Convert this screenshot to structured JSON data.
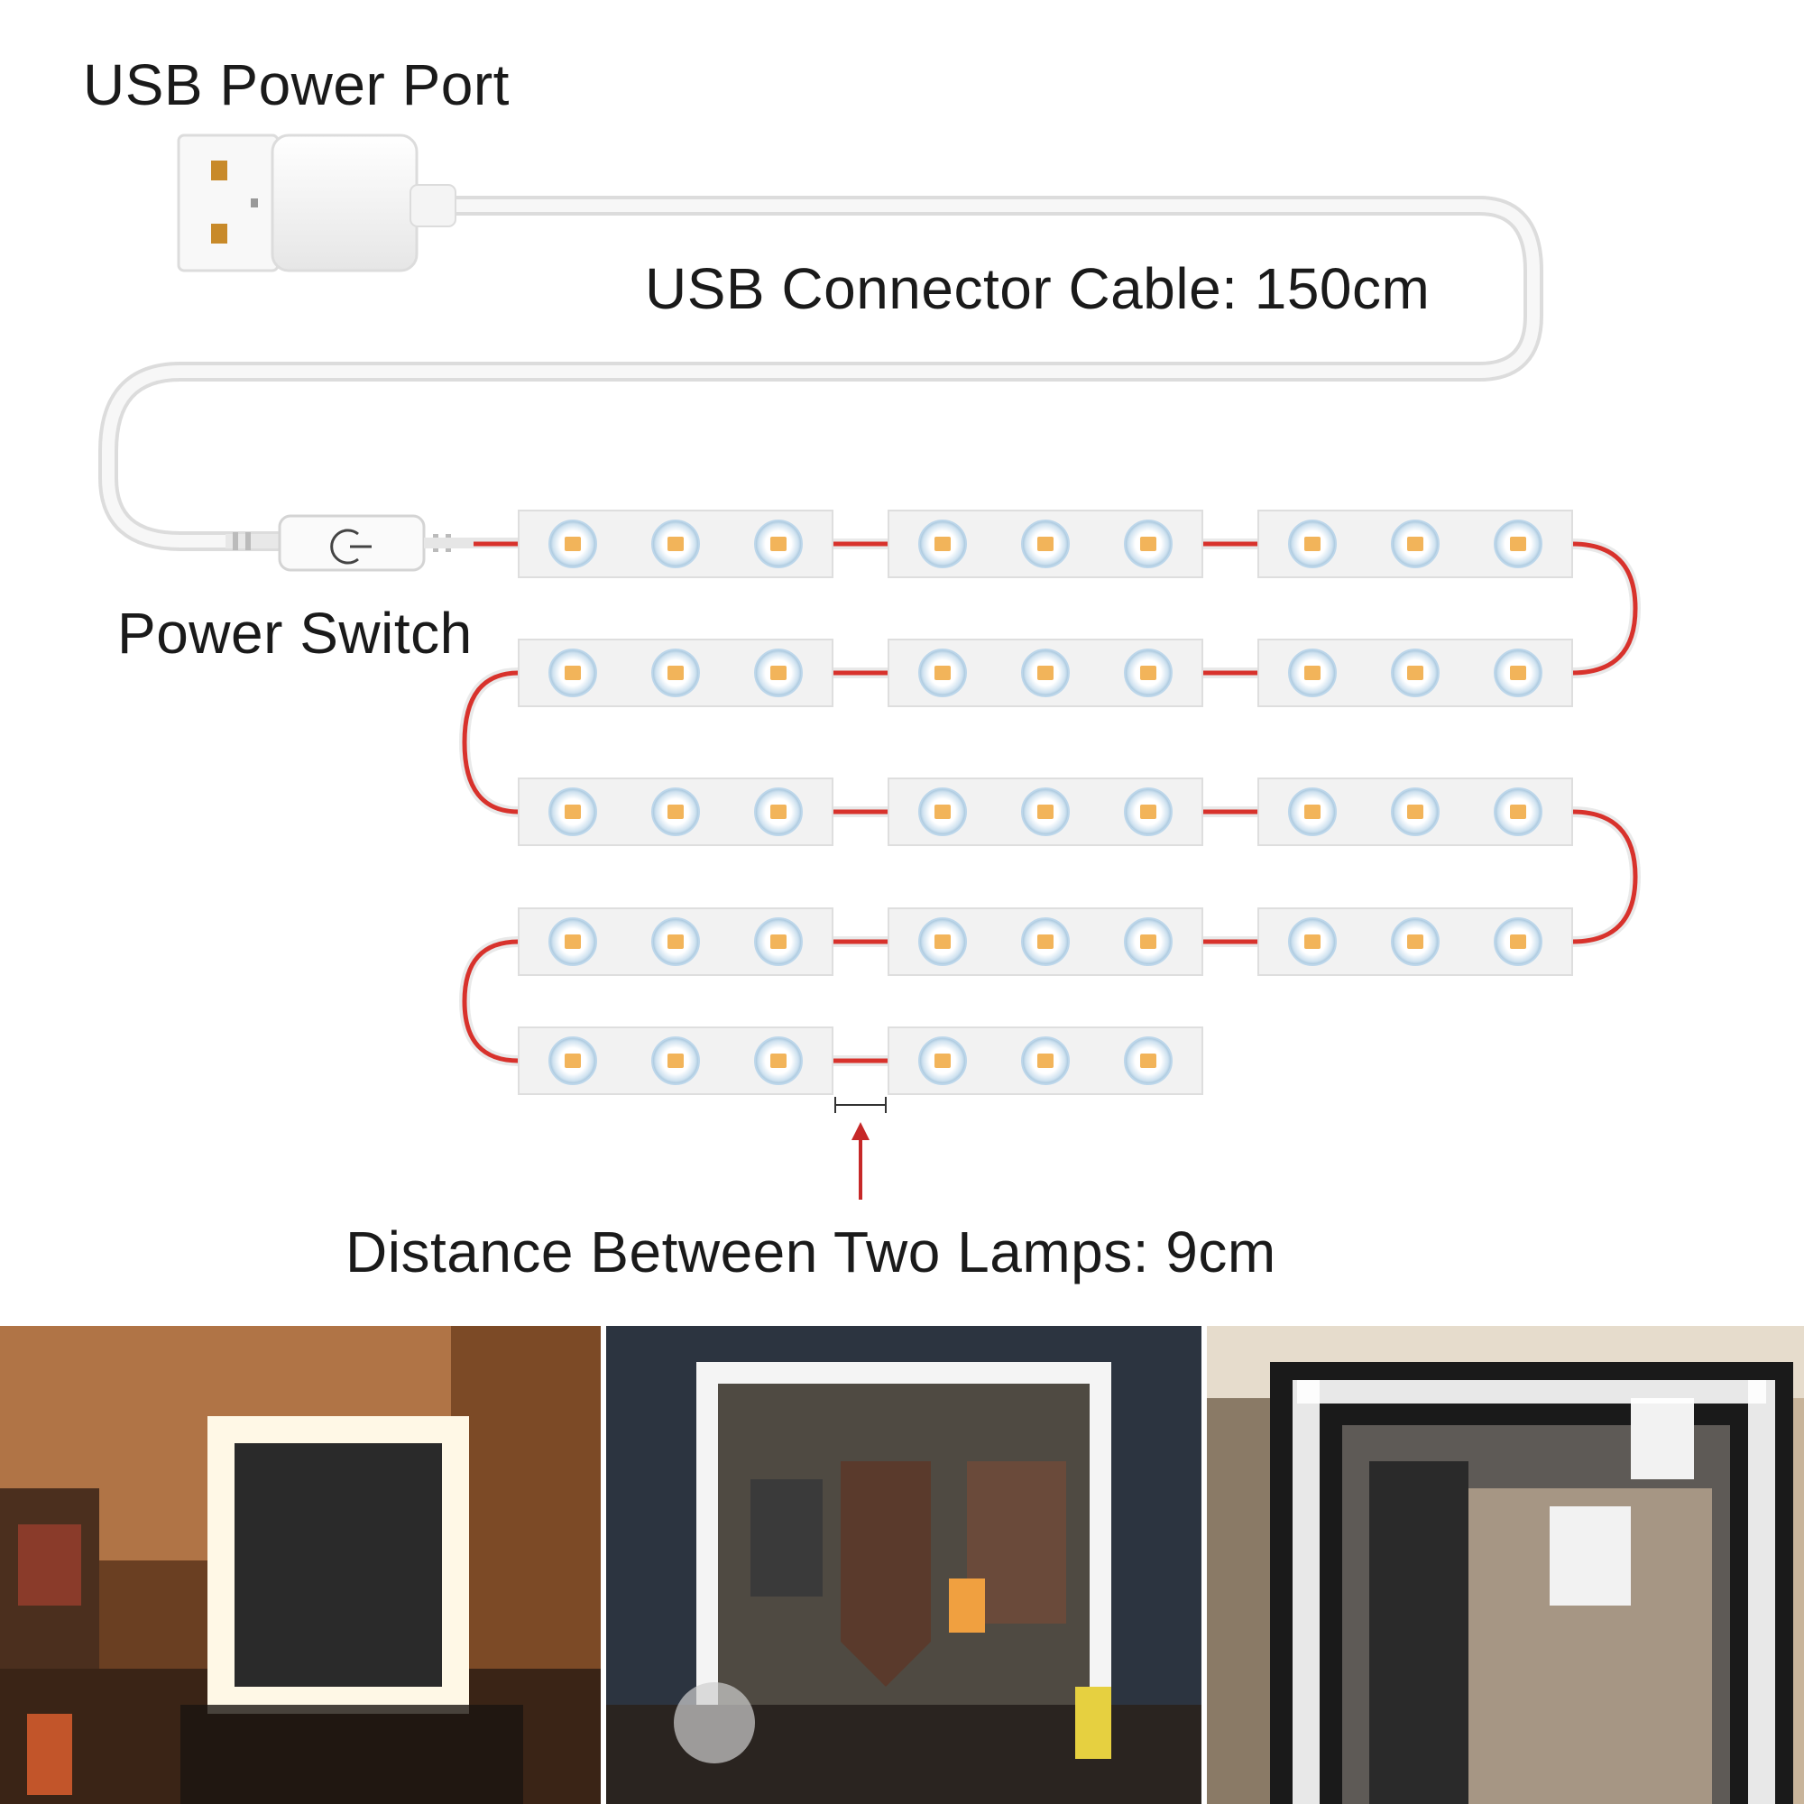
{
  "labels": {
    "usb_power_port": "USB Power Port",
    "usb_cable": "USB Connector Cable: 150cm",
    "power_switch": "Power Switch",
    "distance": "Distance Between Two Lamps: 9cm"
  },
  "icons": {
    "usb_plug": "usb-plug-icon",
    "power_switch": "power-symbol-icon",
    "distance_marker": "dimension-arrow-icon"
  },
  "layout_info": {
    "rows_of_modules": [
      3,
      3,
      3,
      3,
      2
    ],
    "leds_per_module": 3
  },
  "colors": {
    "wire_red": "#d8322c",
    "cable_white": "#f4f4f4",
    "module_body": "#f2f2f2",
    "led_chip": "#f2b45a",
    "led_ring": "#bcd6ea",
    "arrow_red": "#c62828"
  },
  "photos": [
    {
      "name": "photo-square-mirror-warm"
    },
    {
      "name": "photo-mirror-room-posters"
    },
    {
      "name": "photo-black-frame-mirror"
    }
  ]
}
